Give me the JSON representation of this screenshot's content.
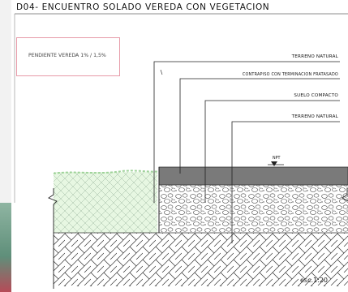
{
  "drawing": {
    "title": "D04-  ENCUENTRO   SOLADO VEREDA CON VEGETACION",
    "note": "PENDIENTE VEREDA 1% / 1,5%",
    "labels": [
      "TERRENO NATURAL",
      "CONTRAPISO CON TERMINACION FRATASADO",
      "SUELO COMPACTO",
      "TERRENO NATURAL"
    ],
    "level_mark": "NPT",
    "scale": "esc.1:20"
  },
  "colors": {
    "slab": "#7a7a7a",
    "vegetation": "#e7f7e2",
    "note_border": "#e79aa8",
    "line": "#222222"
  }
}
